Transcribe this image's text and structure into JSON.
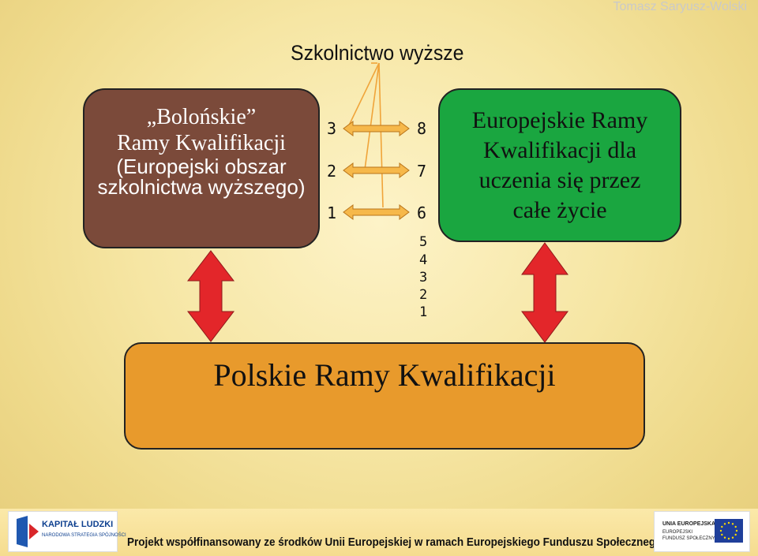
{
  "author": "Tomasz Saryusz-Wolski",
  "title": "Szkolnictwo wyższe",
  "bologna_box": {
    "line1": "„Bolońskie”",
    "line2": "Ramy Kwalifikacji",
    "line3": "(Europejski obszar",
    "line4": "szkolnictwa wyższego)"
  },
  "eqf_box": {
    "line1": "Europejskie Ramy",
    "line2": "Kwalifikacji dla",
    "line3": "uczenia się przez",
    "line4": "całe życie"
  },
  "pqf_box": {
    "label": "Polskie Ramy Kwalifikacji"
  },
  "levels": {
    "bologna": [
      "3",
      "2",
      "1"
    ],
    "eqf_upper": [
      "8",
      "7",
      "6"
    ],
    "eqf_lower": [
      "5",
      "4",
      "3",
      "2",
      "1"
    ]
  },
  "footer": {
    "text": "Projekt współfinansowany ze środków Unii Europejskiej w ramach Europejskiego Funduszu Społecznego",
    "logo_left_name": "KAPITAŁ LUDZKI",
    "logo_left_sub": "NARODOWA STRATEGIA SPÓJNOŚCI",
    "logo_right_line1": "UNIA EUROPEJSKA",
    "logo_right_line2": "EUROPEJSKI",
    "logo_right_line3": "FUNDUSZ SPOŁECZNY"
  },
  "colors": {
    "bologna_box": "#7b4a3a",
    "eqf_box": "#1aa640",
    "pqf_box": "#e89a2c",
    "arrow_red": "#e3262a",
    "arrow_orange": "#f3a93a"
  }
}
